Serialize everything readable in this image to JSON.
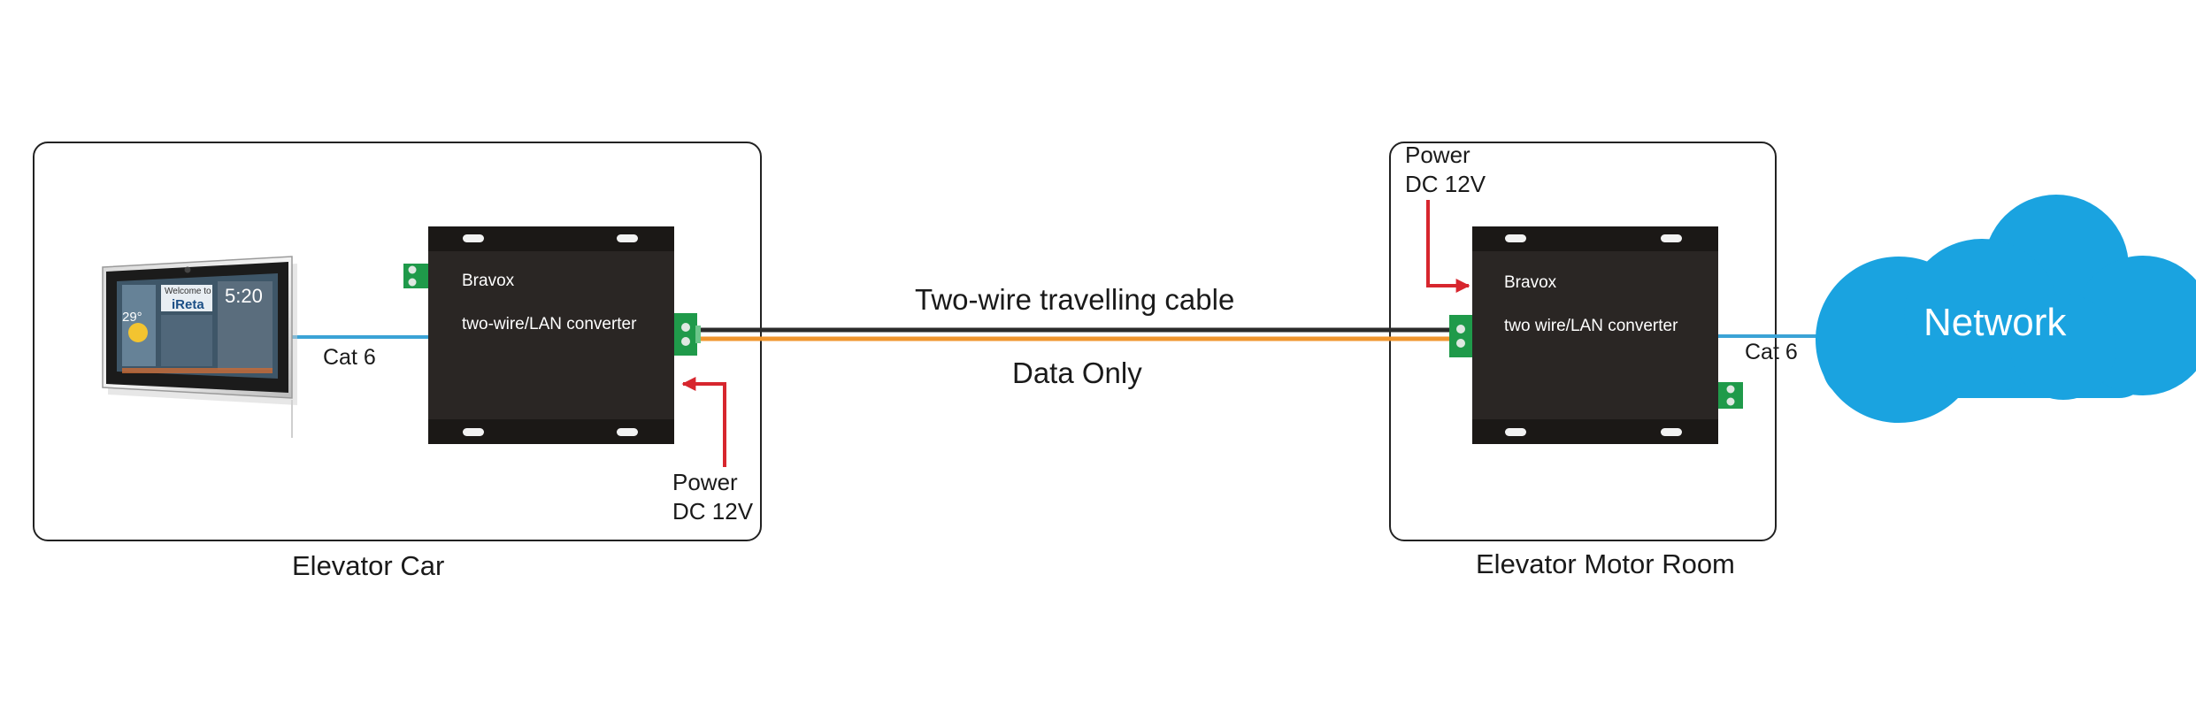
{
  "labels": {
    "elevator_car": "Elevator Car",
    "elevator_motor_room": "Elevator Motor Room",
    "cable_title": "Two-wire travelling cable",
    "cable_note": "Data Only",
    "cat_left": "Cat 6",
    "cat_right": "Cat 6",
    "power_left_line1": "Power",
    "power_left_line2": "DC 12V",
    "power_right_line1": "Power",
    "power_right_line2": "DC 12V",
    "network": "Network"
  },
  "converters": {
    "left": {
      "brand": "Bravox",
      "model": "two-wire/LAN converter"
    },
    "right": {
      "brand": "Bravox",
      "model": "two wire/LAN converter"
    }
  },
  "panel_screen": {
    "welcome": "Welcome to",
    "logo": "iReta",
    "time": "5:20",
    "temperature": "29°"
  },
  "colors": {
    "cable_dark": "#2b2b2b",
    "cable_orange": "#f0962e",
    "cat6_blue": "#3ba3d6",
    "power_arrow": "#d7262e",
    "connector_green": "#1f9a4a",
    "network_cloud": "#1aa3e0",
    "device_body": "#2a2624"
  }
}
